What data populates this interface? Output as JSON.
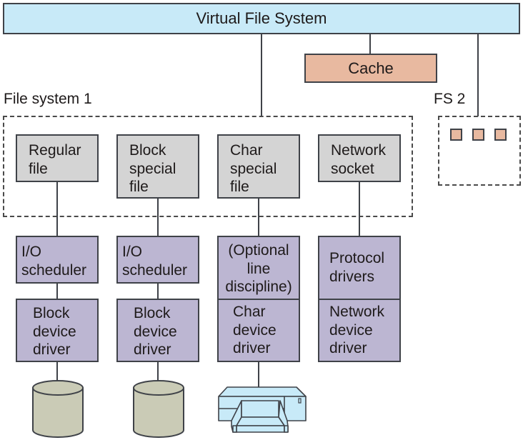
{
  "diagram": {
    "vfs": {
      "label": "Virtual File System",
      "color": "#c8eaf8"
    },
    "cache": {
      "label": "Cache",
      "color": "#e8b9a0"
    },
    "fs1": {
      "label": "File system 1",
      "files": [
        {
          "label": "Regular\nfile"
        },
        {
          "label": "Block\nspecial\nfile"
        },
        {
          "label": "Char\nspecial\nfile"
        },
        {
          "label": "Network\nsocket"
        }
      ]
    },
    "fs2": {
      "label": "FS 2",
      "block_count": 3
    },
    "stacks": [
      {
        "upper": "I/O\nscheduler",
        "lower": "Block\ndevice\ndriver",
        "device": "disk"
      },
      {
        "upper": "I/O\nscheduler",
        "lower": "Block\ndevice\ndriver",
        "device": "disk"
      },
      {
        "upper": "(Optional\nline\ndiscipline)",
        "lower": "Char\ndevice\ndriver",
        "device": "printer"
      },
      {
        "upper": "Protocol\ndrivers",
        "lower": "Network\ndevice\ndriver",
        "device": "none"
      }
    ],
    "colors": {
      "file_box": "#d4d4d4",
      "driver_box": "#bcb6d2",
      "disk": "#cacbb6",
      "printer": "#c8eaf8",
      "stroke": "#3f4248"
    }
  }
}
